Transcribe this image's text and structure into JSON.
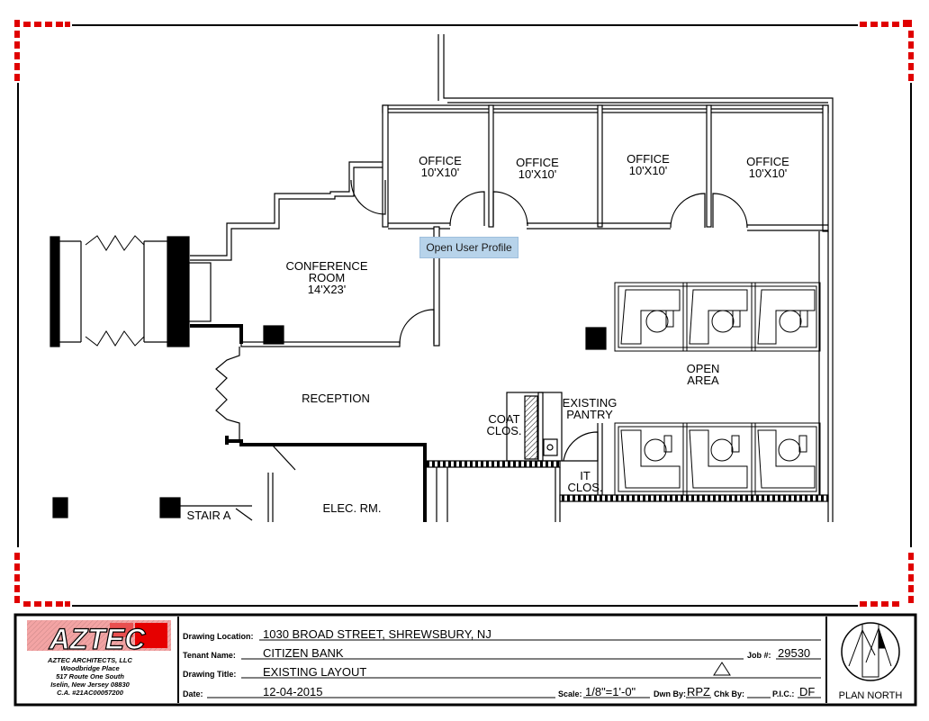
{
  "rooms": {
    "office1": [
      "OFFICE",
      "10'X10'"
    ],
    "office2": [
      "OFFICE",
      "10'X10'"
    ],
    "office3": [
      "OFFICE",
      "10'X10'"
    ],
    "office4": [
      "OFFICE",
      "10'X10'"
    ],
    "conference": [
      "CONFERENCE",
      "ROOM",
      "14'X23'"
    ],
    "reception": "RECEPTION",
    "open_area": [
      "OPEN",
      "AREA"
    ],
    "existing_pantry": [
      "EXISTING",
      "PANTRY"
    ],
    "coat_clos": [
      "COAT",
      "CLOS."
    ],
    "it_clos": [
      "IT",
      "CLOS."
    ],
    "elec_rm": "ELEC. RM.",
    "stair": "STAIR A"
  },
  "tooltip": "Open User Profile",
  "title_block": {
    "logo": "AZTEC",
    "firm_lines": [
      "AZTEC ARCHITECTS, LLC",
      "Woodbridge Place",
      "517 Route One South",
      "Iselin, New Jersey 08830",
      "C.A. #21AC00057200"
    ],
    "drawing_location_key": "Drawing Location:",
    "drawing_location": "1030 BROAD STREET, SHREWSBURY, NJ",
    "tenant_name_key": "Tenant Name:",
    "tenant_name": "CITIZEN BANK",
    "job_key": "Job #:",
    "job": "29530",
    "drawing_title_key": "Drawing Title:",
    "drawing_title": "EXISTING LAYOUT",
    "date_key": "Date:",
    "date": "12-04-2015",
    "scale_key": "Scale:",
    "scale": "1/8\"=1'-0\"",
    "dwn_key": "Dwn By:",
    "dwn": "RPZ",
    "chk_key": "Chk By:",
    "chk": "",
    "pic_key": "P.I.C.:",
    "pic": "DF",
    "north": "PLAN NORTH"
  }
}
